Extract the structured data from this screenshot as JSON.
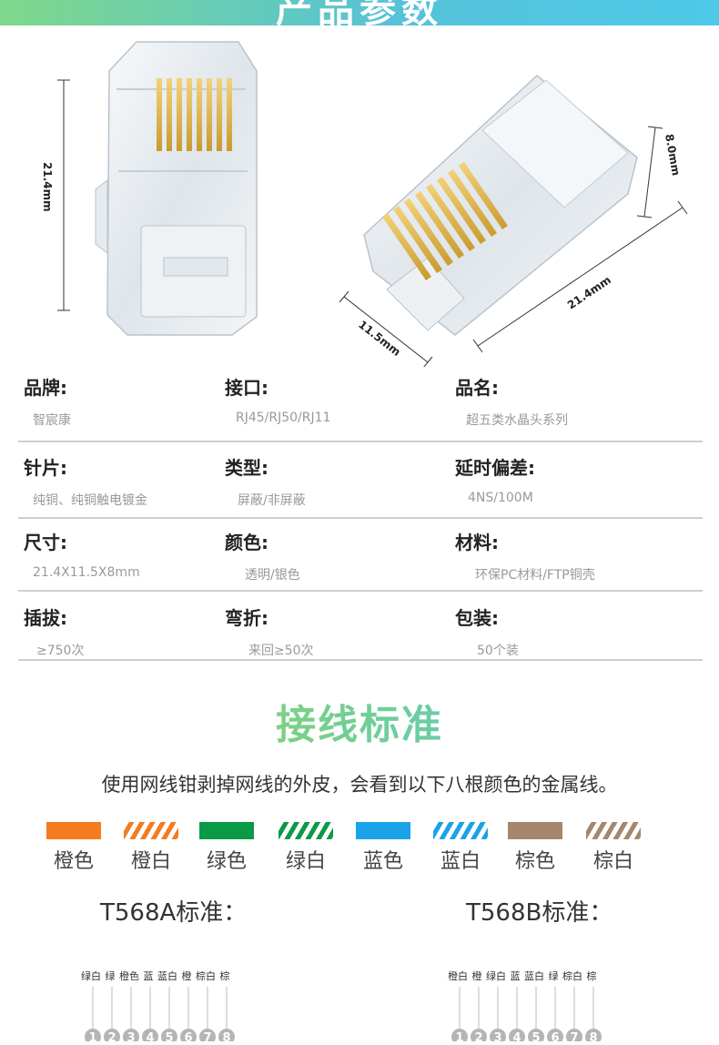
{
  "banner": {
    "title": "产品参数"
  },
  "dimensions": {
    "height": "21.4mm",
    "depth": "8.0mm",
    "width": "11.5mm",
    "length": "21.4mm"
  },
  "specs": [
    [
      {
        "label": "品牌:",
        "value": "智宸康"
      },
      {
        "label": "接口:",
        "value": "RJ45/RJ50/RJ11"
      },
      {
        "label": "品名:",
        "value": "超五类水晶头系列"
      }
    ],
    [
      {
        "label": "针片:",
        "value": "纯铜、纯铜触电镀金"
      },
      {
        "label": "类型:",
        "value": "屏蔽/非屏蔽"
      },
      {
        "label": "延时偏差:",
        "value": "4NS/100M"
      }
    ],
    [
      {
        "label": "尺寸:",
        "value": "21.4X11.5X8mm"
      },
      {
        "label": "颜色:",
        "value": "透明/银色"
      },
      {
        "label": "材料:",
        "value": "环保PC材料/FTP铜壳"
      }
    ],
    [
      {
        "label": "插拔:",
        "value": "≥750次"
      },
      {
        "label": "弯折:",
        "value": "来回≥50次"
      },
      {
        "label": "包装:",
        "value": "50个装"
      }
    ]
  ],
  "wiring": {
    "title": "接线标准",
    "intro": "使用网线钳剥掉网线的外皮，会看到以下八根颜色的金属线。",
    "colors": [
      {
        "label": "橙色",
        "color": "#f47b20",
        "striped": false
      },
      {
        "label": "橙白",
        "color": "#f47b20",
        "striped": true
      },
      {
        "label": "绿色",
        "color": "#0a9a46",
        "striped": false
      },
      {
        "label": "绿白",
        "color": "#0a9a46",
        "striped": true
      },
      {
        "label": "蓝色",
        "color": "#1aa3e8",
        "striped": false
      },
      {
        "label": "蓝白",
        "color": "#1aa3e8",
        "striped": true
      },
      {
        "label": "棕色",
        "color": "#a4876c",
        "striped": false
      },
      {
        "label": "棕白",
        "color": "#a4876c",
        "striped": true
      }
    ],
    "t568a": {
      "title": "T568A标准：",
      "wires": [
        "绿白",
        "绿",
        "橙色",
        "蓝",
        "蓝白",
        "橙",
        "棕白",
        "棕"
      ],
      "pins": [
        "1",
        "2",
        "3",
        "4",
        "5",
        "6",
        "7",
        "8"
      ]
    },
    "t568b": {
      "title": "T568B标准：",
      "wires": [
        "橙白",
        "橙",
        "绿白",
        "蓝",
        "蓝白",
        "绿",
        "棕白",
        "棕"
      ],
      "pins": [
        "1",
        "2",
        "3",
        "4",
        "5",
        "6",
        "7",
        "8"
      ]
    }
  }
}
